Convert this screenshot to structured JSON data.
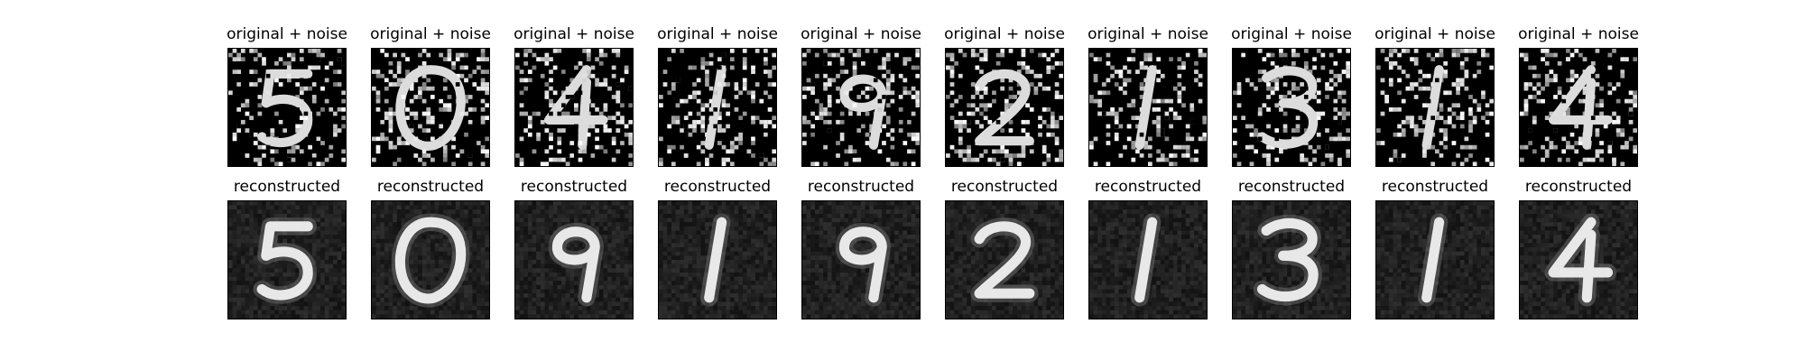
{
  "figure": {
    "rows": [
      {
        "name": "noisy",
        "panels": [
          {
            "title": "original + noise",
            "digit": "5",
            "seed": 11
          },
          {
            "title": "original + noise",
            "digit": "0",
            "seed": 23
          },
          {
            "title": "original + noise",
            "digit": "4",
            "seed": 37
          },
          {
            "title": "original + noise",
            "digit": "1",
            "seed": 41
          },
          {
            "title": "original + noise",
            "digit": "9",
            "seed": 53
          },
          {
            "title": "original + noise",
            "digit": "2",
            "seed": 67
          },
          {
            "title": "original + noise",
            "digit": "1",
            "seed": 71
          },
          {
            "title": "original + noise",
            "digit": "3",
            "seed": 83
          },
          {
            "title": "original + noise",
            "digit": "1",
            "seed": 97
          },
          {
            "title": "original + noise",
            "digit": "4",
            "seed": 101
          }
        ]
      },
      {
        "name": "reconstructed",
        "panels": [
          {
            "title": "reconstructed",
            "digit": "5",
            "seed": 3
          },
          {
            "title": "reconstructed",
            "digit": "0",
            "seed": 5
          },
          {
            "title": "reconstructed",
            "digit": "9",
            "seed": 7
          },
          {
            "title": "reconstructed",
            "digit": "1",
            "seed": 9
          },
          {
            "title": "reconstructed",
            "digit": "9",
            "seed": 13
          },
          {
            "title": "reconstructed",
            "digit": "2",
            "seed": 15
          },
          {
            "title": "reconstructed",
            "digit": "1",
            "seed": 17
          },
          {
            "title": "reconstructed",
            "digit": "3",
            "seed": 19
          },
          {
            "title": "reconstructed",
            "digit": "1",
            "seed": 21
          },
          {
            "title": "reconstructed",
            "digit": "4",
            "seed": 25
          }
        ]
      }
    ]
  }
}
